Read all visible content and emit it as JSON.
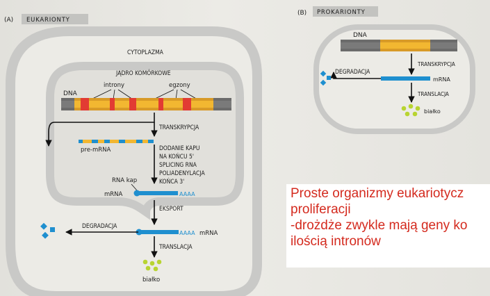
{
  "panels": {
    "euk": {
      "letter": "(A)",
      "tab": "EUKARIONTY"
    },
    "prok": {
      "letter": "(B)",
      "tab": "PROKARIONTY"
    }
  },
  "euk": {
    "cytoplasm": "CYTOPLAZMA",
    "nucleus": "JĄDRO KOMÓRKOWE",
    "dna": "DNA",
    "introns": "introny",
    "exons": "egzony",
    "transcription": "TRANSKRYPCJA",
    "pre_mrna": "pre-mRNA",
    "processing": [
      "DODANIE KAPU",
      "NA KOŃCU 5'",
      "SPLICING RNA",
      "POLIADENYLACJA",
      "KOŃCA 3'"
    ],
    "cap": "RNA kap",
    "mrna": "mRNA",
    "polya": "AAAA",
    "export": "EKSPORT",
    "degradation": "DEGRADACJA",
    "mrna2": "mRNA",
    "polya2": "AAAA",
    "translation": "TRANSLACJA",
    "protein": "białko"
  },
  "prok": {
    "dna": "DNA",
    "transcription": "TRANSKRYPCJA",
    "degradation": "DEGRADACJA",
    "mrna": "mRNA",
    "translation": "TRANSLACJA",
    "protein": "białko"
  },
  "note": {
    "lines": [
      "Proste organizmy eukariotycz",
      "proliferacji",
      "-drożdże zwykle mają geny ko",
      "ilością intronów"
    ]
  },
  "colors": {
    "exon": "#f2b731",
    "intron": "#e23b33",
    "dna_strand": "#6b6b6b",
    "mrna": "#1f8fcf",
    "protein": "#b8d431",
    "cell": "#c9c9c7",
    "note_text": "#d42a1e"
  }
}
